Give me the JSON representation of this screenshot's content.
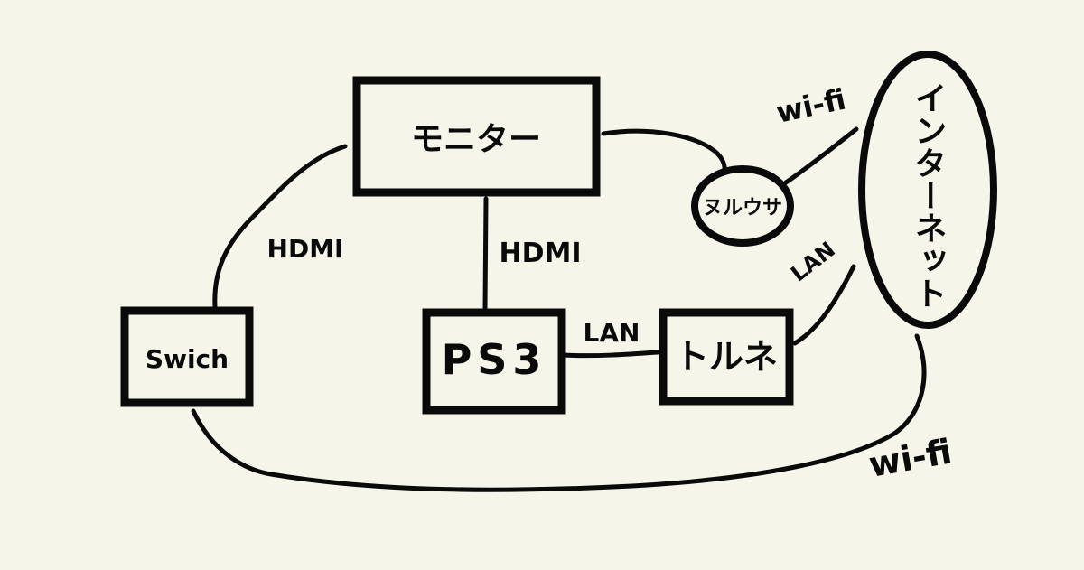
{
  "nodes": {
    "monitor": "モニター",
    "router": "ヌルウサ",
    "internet": "インターネット",
    "switch": "Swich",
    "ps3": "PS3",
    "torne": "トルネ"
  },
  "edges": {
    "switch_monitor": "HDMI",
    "ps3_monitor": "HDMI",
    "ps3_torne": "LAN",
    "torne_internet": "LAN",
    "router_internet": "wi-fi",
    "switch_internet": "wi-fi"
  },
  "colors": {
    "background": "#f5f5ea",
    "ink": "#0a0a0a"
  }
}
